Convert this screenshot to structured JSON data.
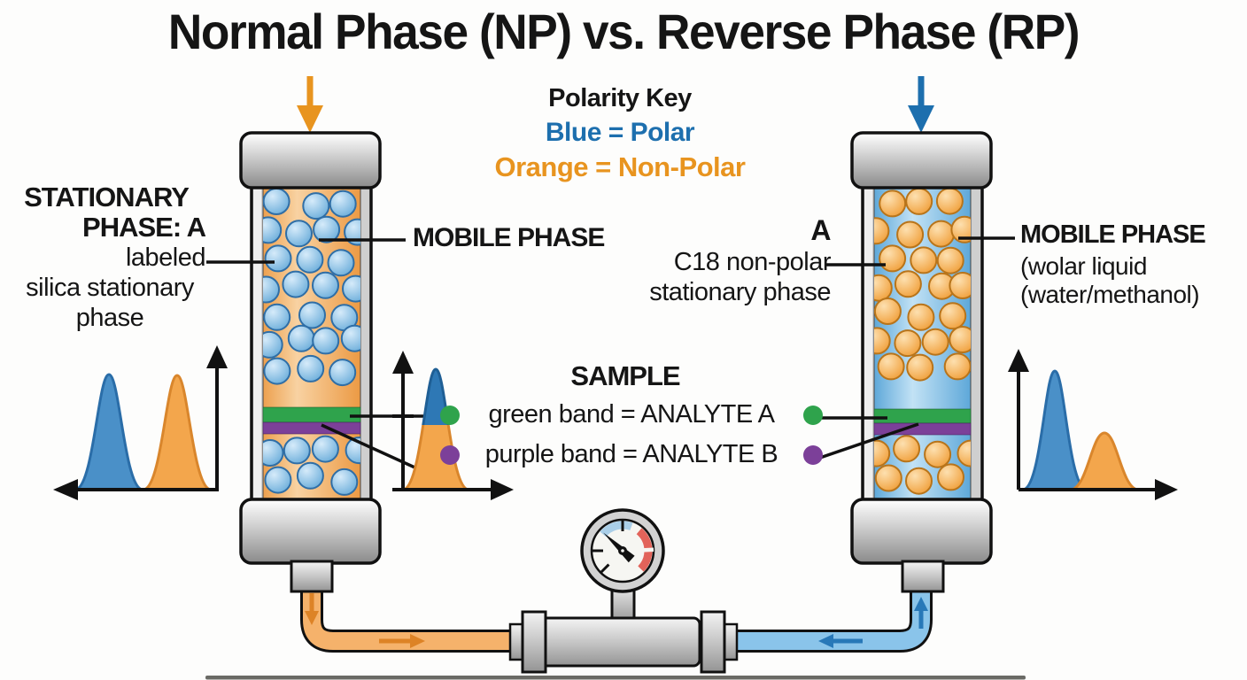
{
  "title": "Normal Phase (NP) vs. Reverse Phase (RP)",
  "polarity_key": {
    "heading": "Polarity Key",
    "blue_line": "Blue = Polar",
    "orange_line": "Orange = Non-Polar"
  },
  "np": {
    "stationary_heading_1": "STATIONARY",
    "stationary_heading_2": "PHASE: A",
    "pointer_label": "labeled",
    "description_1": "silica stationary",
    "description_2": "phase",
    "mobile_phase": "MOBILE PHASE"
  },
  "rp": {
    "marker": "A",
    "stationary_1": "C18 non-polar",
    "stationary_2": "stationary phase",
    "mobile_phase": "MOBILE PHASE",
    "mobile_phase_2": "(wolar liquid",
    "mobile_phase_3": "(water/methanol)"
  },
  "sample": {
    "heading": "SAMPLE",
    "analyte_a": "green band = ANALYTE A",
    "analyte_b": "purple band = ANALYTE B"
  },
  "colors": {
    "polar_blue": "#1d6fae",
    "nonpolar_orange": "#e8941f",
    "analyte_a_green": "#2fa34c",
    "analyte_b_purple": "#7c4099",
    "np_column_fill": "#f2b267",
    "rp_column_fill": "#8ac4ea",
    "gauge_red": "#e2635a",
    "gauge_blue": "#aacfe8"
  }
}
